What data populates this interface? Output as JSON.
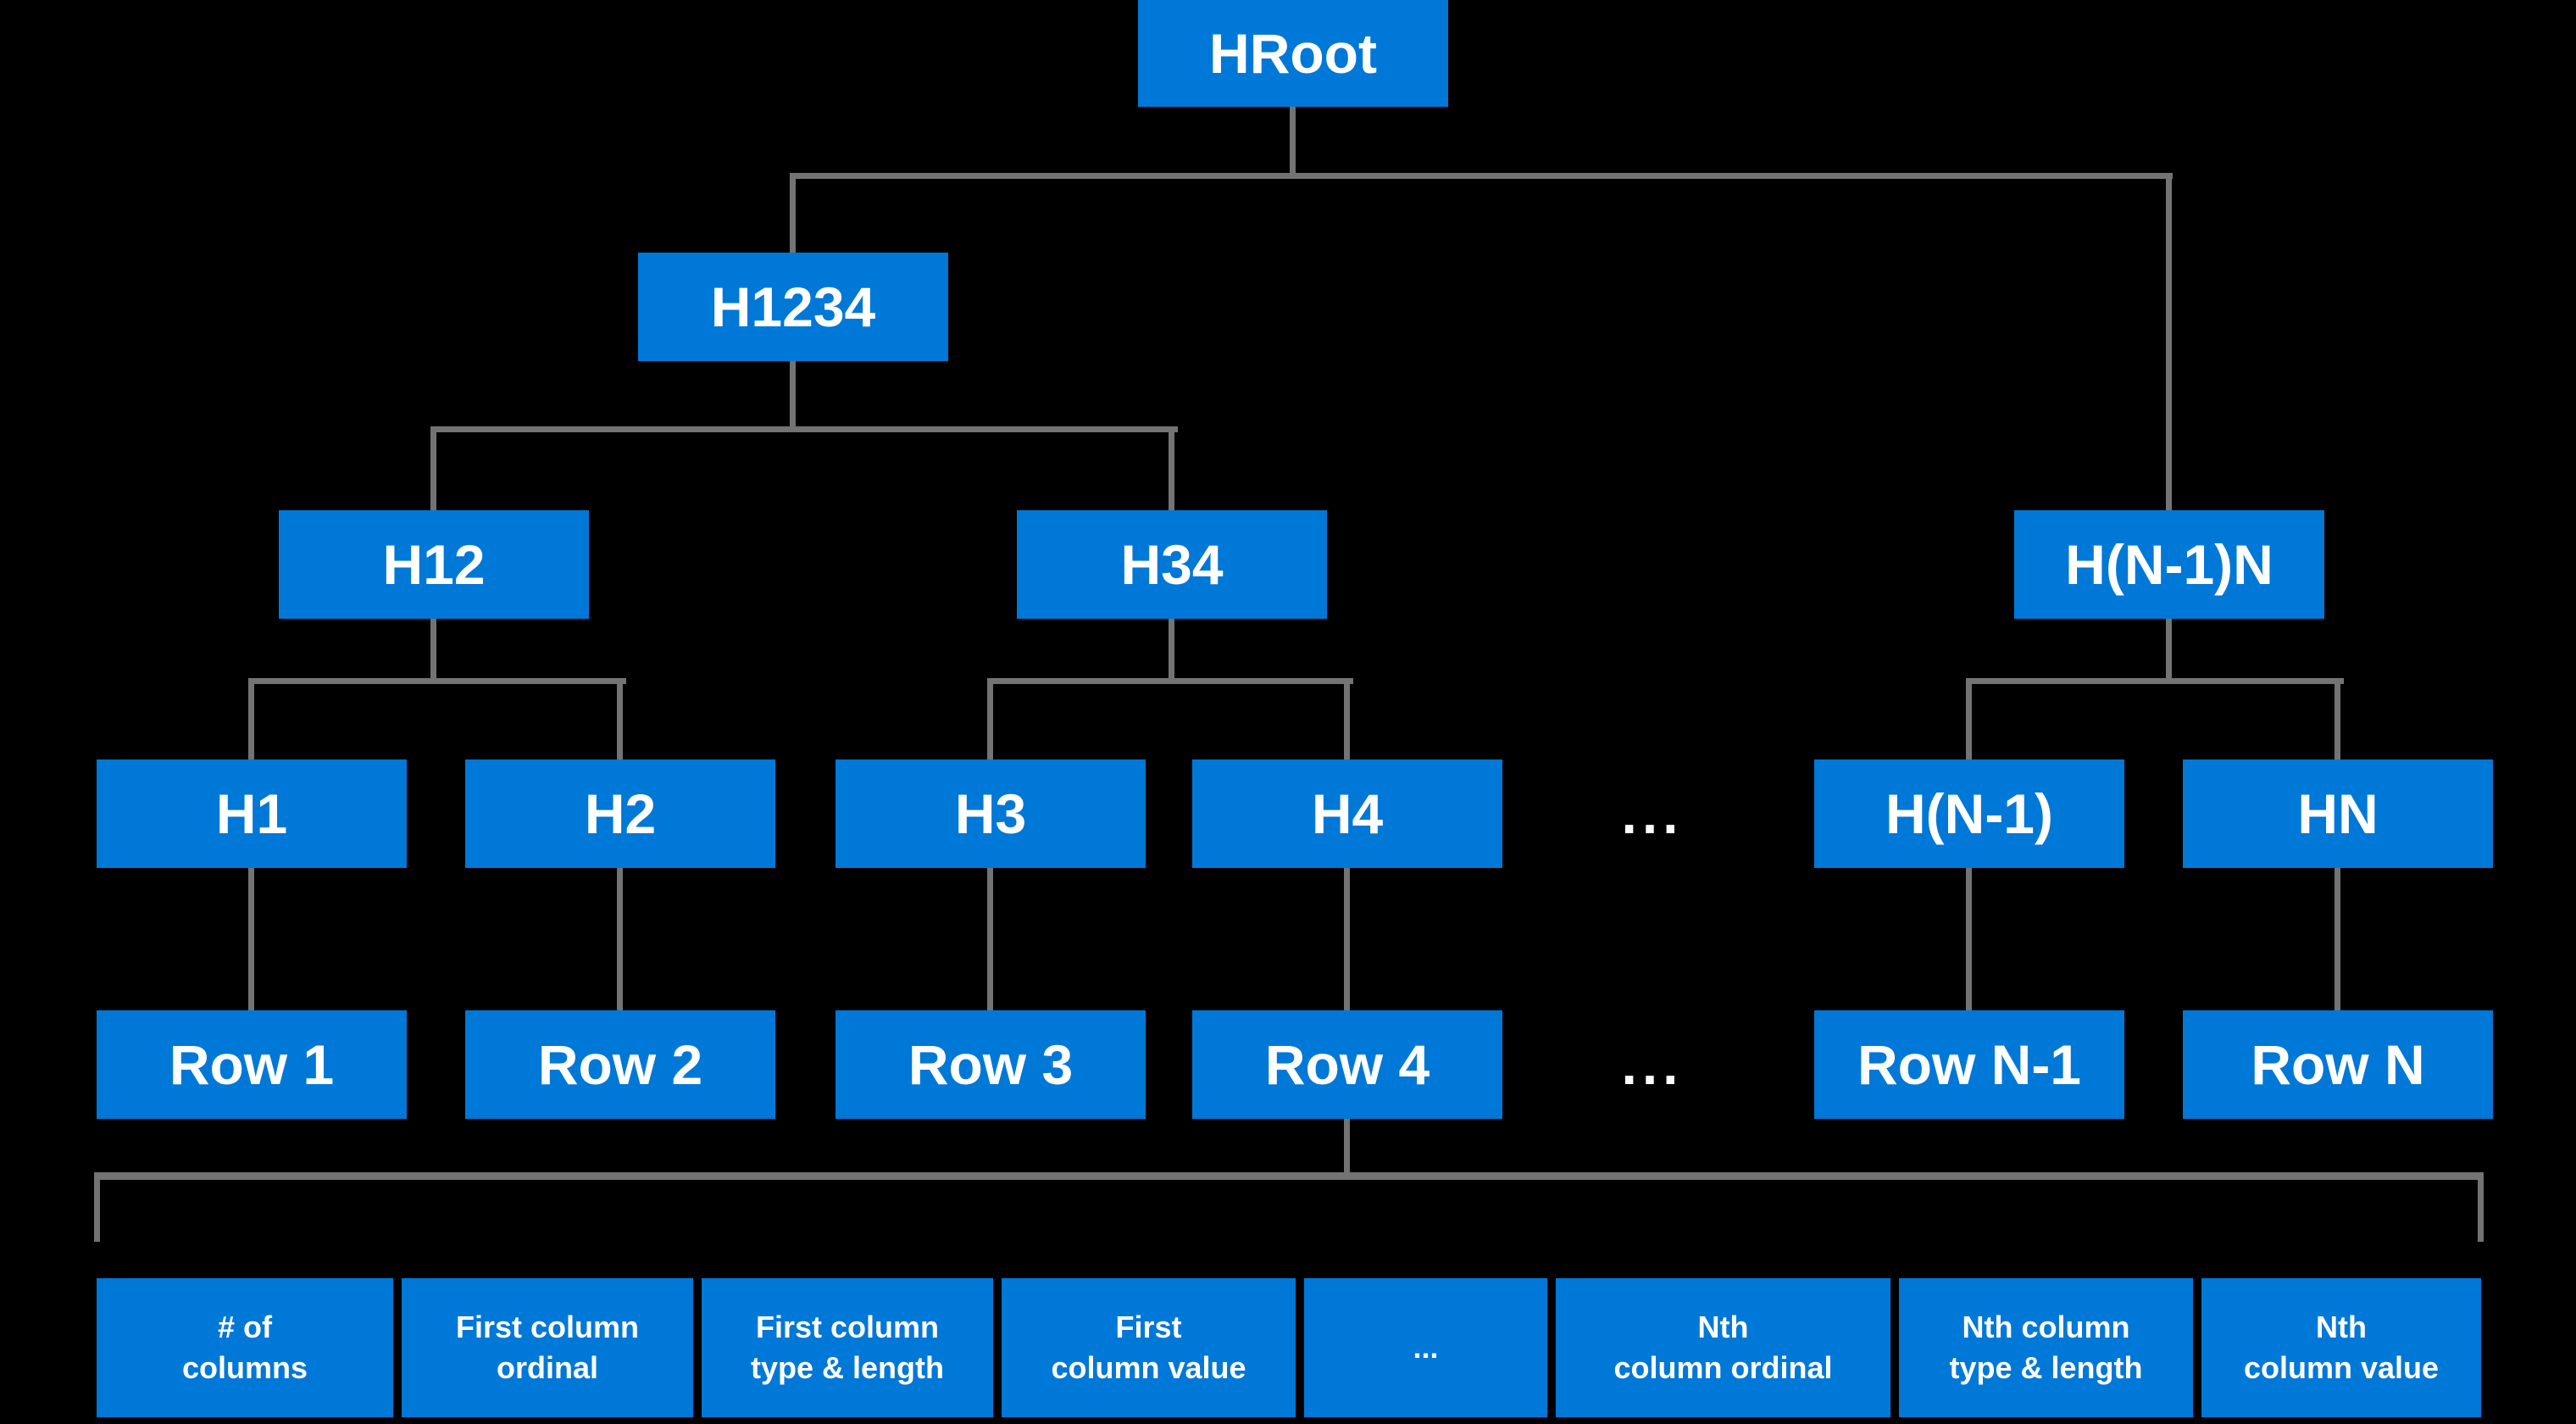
{
  "colors": {
    "background": "#000000",
    "node_fill": "#0078D7",
    "node_text": "#FFFFFF",
    "connector": "#737373"
  },
  "nodes": {
    "hroot": "HRoot",
    "h1234": "H1234",
    "h12": "H12",
    "h34": "H34",
    "hn1n": "H(N-1)N",
    "leaf_hashes": [
      "H1",
      "H2",
      "H3",
      "H4",
      "H(N-1)",
      "HN"
    ],
    "hash_row_ellipsis": "...",
    "rows": [
      "Row 1",
      "Row 2",
      "Row 3",
      "Row 4",
      "Row N-1",
      "Row N"
    ],
    "row_ellipsis": "..."
  },
  "row_structure_cells": [
    {
      "line1": "# of",
      "line2": "columns"
    },
    {
      "line1": "First column",
      "line2": "ordinal"
    },
    {
      "line1": "First column",
      "line2": "type & length"
    },
    {
      "line1": "First",
      "line2": "column value"
    },
    {
      "line1": "...",
      "line2": ""
    },
    {
      "line1": "Nth",
      "line2": "column ordinal"
    },
    {
      "line1": "Nth column",
      "line2": "type & length"
    },
    {
      "line1": "Nth",
      "line2": "column value"
    }
  ]
}
